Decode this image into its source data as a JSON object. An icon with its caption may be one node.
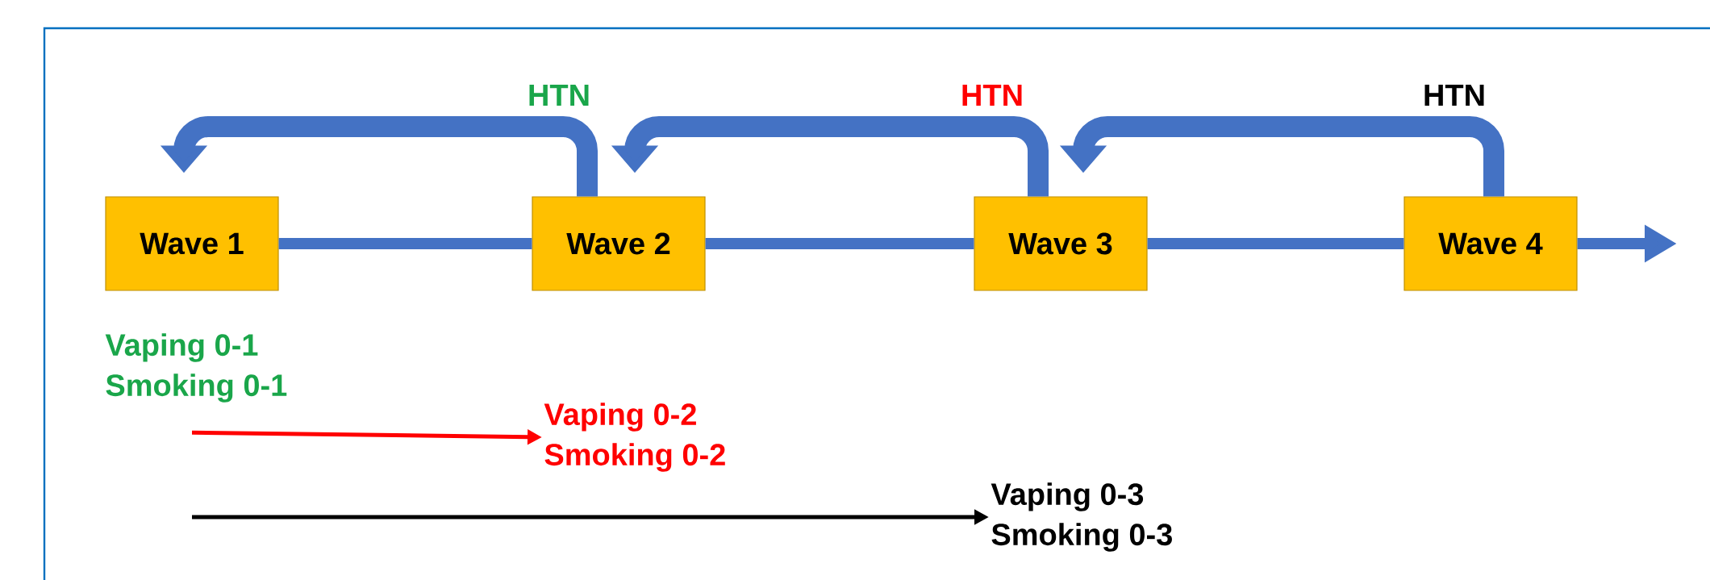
{
  "diagram": {
    "nodes": [
      {
        "text": [
          "Wave 1"
        ]
      },
      {
        "text": [
          "Wave 2"
        ]
      },
      {
        "text": [
          "Wave 3"
        ]
      },
      {
        "text": [
          "Wave 4"
        ]
      },
      {
        "text": [
          "Vaping 0-1",
          "Smoking 0-1"
        ]
      },
      {
        "text": [
          "Vaping 0-2",
          "Smoking 0-2"
        ]
      },
      {
        "text": [
          "Vaping 0-3",
          "Smoking 0-3"
        ]
      }
    ],
    "edges": [
      {
        "from": 0,
        "to": 1,
        "arrow": "none"
      },
      {
        "from": 1,
        "to": 2,
        "arrow": "none"
      },
      {
        "from": 2,
        "to": 3,
        "arrow": "none"
      },
      {
        "from": 3,
        "to": null,
        "arrow": "to"
      },
      {
        "from": 1,
        "to": 0,
        "arrow": "to",
        "label": "HTN",
        "style": "thick"
      },
      {
        "from": 2,
        "to": 1,
        "arrow": "to",
        "label": "HTN",
        "style": "thick"
      },
      {
        "from": 3,
        "to": 2,
        "arrow": "to",
        "label": "HTN",
        "style": "thick"
      },
      {
        "from": 4,
        "to": 5,
        "arrow": "to",
        "color": "#ff0000"
      },
      {
        "from": null,
        "to": 6,
        "arrow": "to",
        "color": "#000000"
      }
    ]
  }
}
